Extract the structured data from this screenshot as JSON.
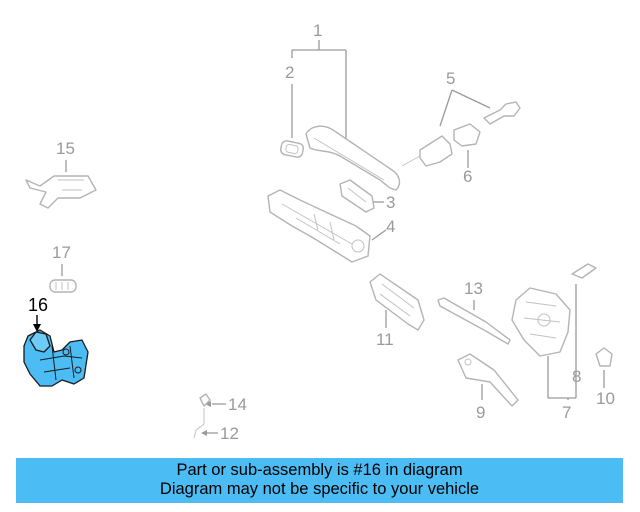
{
  "callouts": {
    "c1": "1",
    "c2": "2",
    "c3": "3",
    "c4": "4",
    "c5": "5",
    "c6": "6",
    "c7": "7",
    "c8": "8",
    "c9": "9",
    "c10": "10",
    "c11": "11",
    "c12": "12",
    "c13": "13",
    "c14": "14",
    "c15": "15",
    "c16": "16",
    "c17": "17"
  },
  "highlight": {
    "part_number": "16",
    "color": "#4bbcf4"
  },
  "banner": {
    "line1": "Part or sub-assembly is #16 in diagram",
    "line2": "Diagram may not be specific to your vehicle",
    "background": "#4bbcf4"
  }
}
